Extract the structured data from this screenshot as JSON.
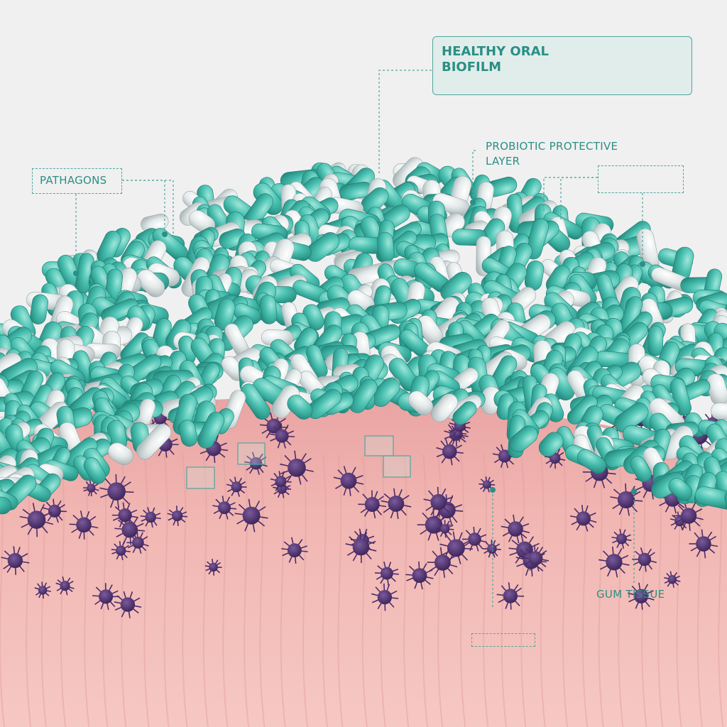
{
  "labels": {
    "title": "HEALTHY ORAL\nBIOFILM",
    "probiotic": "PROBIOTIC PROTECTIVE\nLAYER",
    "pathogens": "PATHAGONS",
    "gum": "GUM TISSUE"
  },
  "colors": {
    "background": "#f0f0f0",
    "probiotic_teal": "#4cc2b2",
    "probiotic_white": "#e6ecec",
    "pathogen_purple": "#4a2d6a",
    "gum_pink": "#f2b8b4",
    "annotation_teal": "#2a8f84"
  }
}
